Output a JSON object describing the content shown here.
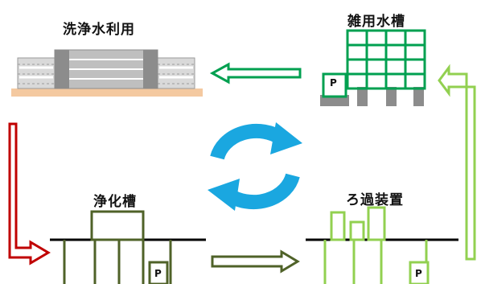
{
  "labels": {
    "washing_water_use": "洗浄水利用",
    "misc_water_tank": "雑用水槽",
    "septic_tank": "浄化槽",
    "filtration_unit": "ろ過装置",
    "pump_tank": "P",
    "pump_septic": "P",
    "pump_filter": "P"
  },
  "colors": {
    "red_arrow": "#c00000",
    "green_dark": "#4f6228",
    "green_mid": "#00a050",
    "green_light": "#92d050",
    "cycle_blue": "#1aa7e0",
    "building_gray": "#9a9a9a",
    "ground_tan": "#f4c9a0"
  },
  "icons": {
    "cycle": "circular-recycle-arrows-icon"
  }
}
